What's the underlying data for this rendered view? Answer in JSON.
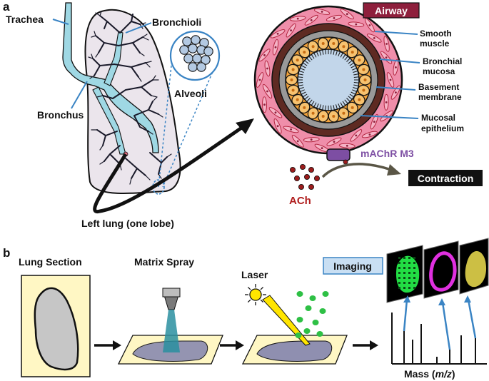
{
  "panel_a": {
    "letter": "a",
    "labels": {
      "trachea": "Trachea",
      "bronchioli": "Bronchioli",
      "alveoli": "Alveoli",
      "bronchus": "Bronchus",
      "left_lung": "Left lung (one lobe)"
    },
    "airway": {
      "title": "Airway",
      "layers": [
        "Smooth",
        "muscle",
        "Bronchial",
        "mucosa",
        "Basement",
        "membrane",
        "Mucosal",
        "epithelium"
      ],
      "receptor": "mAChR M3",
      "ach": "ACh",
      "contraction": "Contraction"
    }
  },
  "panel_b": {
    "letter": "b",
    "steps": {
      "lung_section": "Lung Section",
      "matrix_spray": "Matrix Spray",
      "laser": "Laser",
      "imaging": "Imaging"
    },
    "mass_axis": {
      "prefix": "Mass (",
      "italic": "m/z",
      "suffix": ")"
    }
  },
  "colors": {
    "airway_badge": "#8e1f3c",
    "smooth_muscle": "#ef8eaa",
    "bronchial_mucosa": "#5e2a22",
    "basement_membrane": "#999999",
    "epithelium": "#f3a23a",
    "lumen": "#c2d6ea",
    "bronchus_fill": "#9fd8e4",
    "lung_fill": "#ebe5ec",
    "receptor": "#7d4ea3",
    "ach_dot": "#9b1c1c",
    "leader_line": "#3a84c4",
    "section_bg": "#fff7c4",
    "section_tissue": "#c6c6c6",
    "slide_tissue": "#8f8fb0",
    "ion_dot": "#2ec045",
    "ion_map_green": "#22dd44",
    "ion_map_magenta": "#e030e0",
    "ion_map_yellow": "#f0e050",
    "imaging_badge": "#c9dff3"
  }
}
